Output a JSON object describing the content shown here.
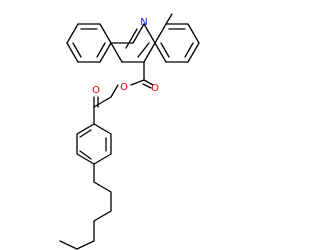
{
  "molecule": {
    "atoms": [
      {
        "symbol": "N",
        "color": "#1a1aff"
      },
      {
        "symbol": "O",
        "color": "#e00000"
      },
      {
        "symbol": "O",
        "color": "#e00000"
      },
      {
        "symbol": "O",
        "color": "#e00000"
      }
    ]
  }
}
